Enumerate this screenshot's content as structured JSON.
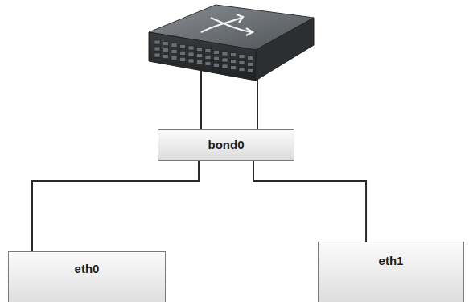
{
  "diagram": {
    "nodes": [
      {
        "text": [
          "bond0"
        ]
      },
      {
        "text": [
          "eth0"
        ]
      },
      {
        "text": [
          "eth1"
        ]
      }
    ],
    "edges": [
      {
        "from": 0,
        "to": 1,
        "arrow": "none"
      },
      {
        "from": 0,
        "to": 2,
        "arrow": "none"
      }
    ]
  }
}
